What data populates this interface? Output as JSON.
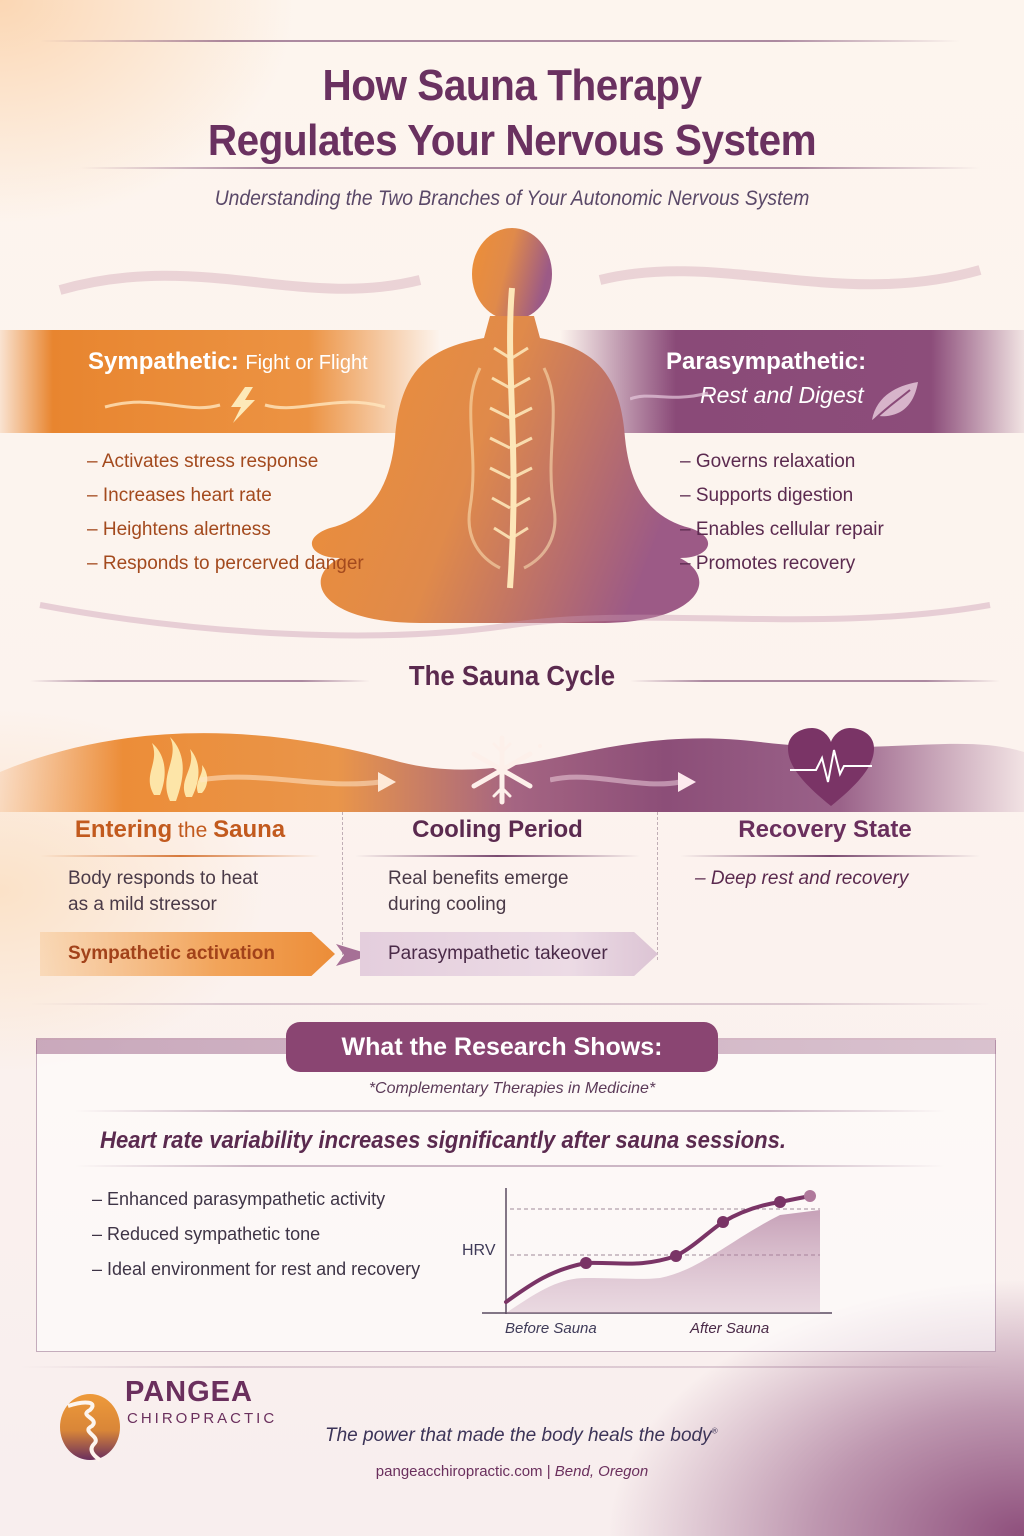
{
  "header": {
    "title_line1": "How Sauna Therapy",
    "title_line2": "Regulates Your Nervous System",
    "subtitle": "Understanding the Two Branches of Your Autonomic Nervous System"
  },
  "branches": {
    "sympathetic": {
      "title": "Sympathetic:",
      "subtitle": "Fight or Flight",
      "icon": "lightning-bolt-icon",
      "color": "#e8852f",
      "items": [
        "Activates stress response",
        "Increases heart rate",
        "Heightens alertness",
        "Responds to percerved danger"
      ]
    },
    "parasympathetic": {
      "title": "Parasympathetic:",
      "subtitle": "Rest and Digest",
      "icon": "leaf-icon",
      "color": "#8a4a78",
      "items": [
        "Governs relaxation",
        "Supports digestion",
        "Enables cellular repair",
        "Promotes recovery"
      ]
    }
  },
  "cycle": {
    "heading": "The Sauna Cycle",
    "stages": [
      {
        "icon": "flame-icon",
        "title_a": "Entering",
        "title_b": " the ",
        "title_c": "Sauna",
        "desc_line1": "Body responds to heat",
        "desc_line2": "as a mild stressor"
      },
      {
        "icon": "snowflake-icon",
        "title": "Cooling Period",
        "desc_line1": "Real benefits emerge",
        "desc_line2": "during cooling"
      },
      {
        "icon": "heart-pulse-icon",
        "title": "Recovery State",
        "desc_line1": "– Deep rest and recovery"
      }
    ],
    "pills": [
      "Sympathetic activation",
      "Parasympathetic takeover"
    ]
  },
  "research": {
    "heading": "What the Research Shows:",
    "citation": "*Complementary Therapies in Medicine*",
    "headline": "Heart rate variability increases significantly after sauna sessions.",
    "findings": [
      "Enhanced parasympathetic activity",
      "Reduced sympathetic tone",
      "Ideal environment for rest and recovery"
    ]
  },
  "chart_data": {
    "type": "line",
    "title": "",
    "ylabel": "HRV",
    "xlabel": "",
    "x_tick_labels": [
      "Before Sauna",
      "After Sauna"
    ],
    "x": [
      0,
      1,
      2,
      3,
      4,
      5
    ],
    "values": [
      0.15,
      0.45,
      0.42,
      0.52,
      0.78,
      0.95
    ],
    "marked_points": [
      1,
      3,
      4,
      5
    ],
    "ylim": [
      0,
      1
    ],
    "gridlines": [
      0.5,
      0.85
    ],
    "grid": "dashed-horizontal",
    "legend": "none"
  },
  "footer": {
    "logo_name": "PANGEA",
    "logo_sub": "CHIROPRACTIC",
    "tagline": "The power that made the body heals the body",
    "tagline_mark": "®",
    "website": "pangeacchiropractic.com",
    "separator": " | ",
    "location": "Bend, Oregon"
  }
}
